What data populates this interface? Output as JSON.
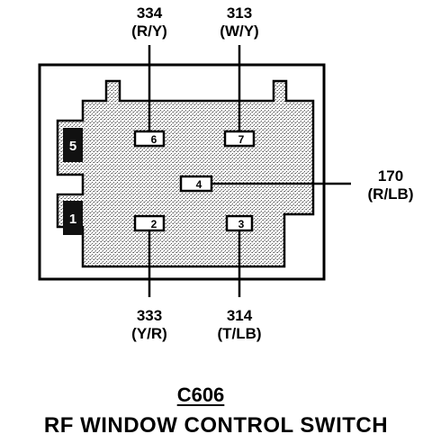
{
  "connector_id": "C606",
  "component_name": "RF WINDOW CONTROL SWITCH",
  "side_pins": [
    "5",
    "1"
  ],
  "pins": [
    {
      "pin": "6",
      "circuit": "334",
      "color": "(R/Y)"
    },
    {
      "pin": "7",
      "circuit": "313",
      "color": "(W/Y)"
    },
    {
      "pin": "4",
      "circuit": "170",
      "color": "(R/LB)"
    },
    {
      "pin": "2",
      "circuit": "333",
      "color": "(Y/R)"
    },
    {
      "pin": "3",
      "circuit": "314",
      "color": "(T/LB)"
    }
  ]
}
